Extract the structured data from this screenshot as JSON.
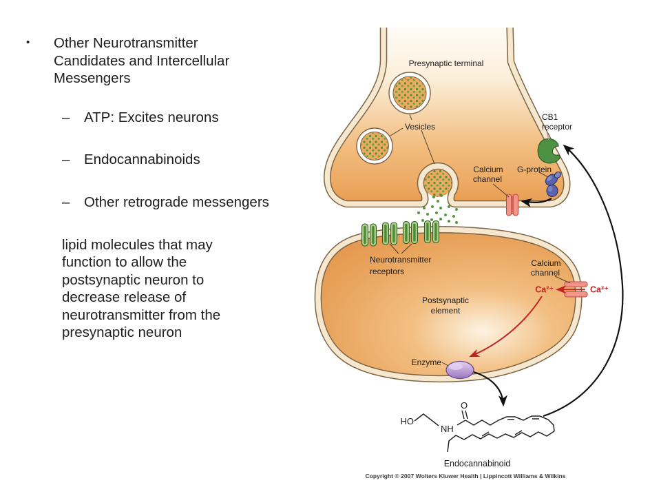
{
  "slide": {
    "bullet_char": "•",
    "dash_char": "–",
    "title_lines": [
      "Other Neurotransmitter",
      "Candidates and Intercellular",
      "Messengers"
    ],
    "items": [
      "ATP: Excites neurons",
      "Endocannabinoids",
      "Other retrograde messengers"
    ],
    "paragraph_lines": [
      "lipid molecules that may",
      "function to allow the",
      "postsynaptic neuron to",
      "decrease release of",
      "neurotransmitter from the",
      "presynaptic neuron"
    ]
  },
  "diagram": {
    "labels": {
      "presynaptic_terminal": "Presynaptic terminal",
      "vesicles": "Vesicles",
      "calcium_channel_line1": "Calcium",
      "calcium_channel_line2": "channel",
      "g_protein": "G-protein",
      "cb1_line1": "CB1",
      "cb1_line2": "receptor",
      "nt_receptors_line1": "Neurotransmitter",
      "nt_receptors_line2": "receptors",
      "postsynaptic_line1": "Postsynaptic",
      "postsynaptic_line2": "element",
      "ca_ion": "Ca²⁺",
      "enzyme": "Enzyme",
      "endocannabinoid": "Endocannabinoid",
      "atom_ho": "HO",
      "atom_nh": "NH",
      "atom_o": "O"
    },
    "copyright": "Copyright © 2007 Wolters Kluwer Health | Lippincott Williams & Wilkins",
    "colors": {
      "membrane_outline": "#7d6345",
      "membrane_fill": "#f6e8cf",
      "cell_orange": "#e99e52",
      "vesicle_fill": "#ecaa60",
      "neurotransmitter_green": "#4f8f36",
      "receptor_green": "#adcc8a",
      "cb1_green": "#4e9144",
      "g_protein_blue": "#5a63ac",
      "channel_salmon": "#f1958a",
      "enzyme_purple": "#b493cc",
      "ca_red": "#c32222",
      "arrow_black": "#111111"
    }
  }
}
